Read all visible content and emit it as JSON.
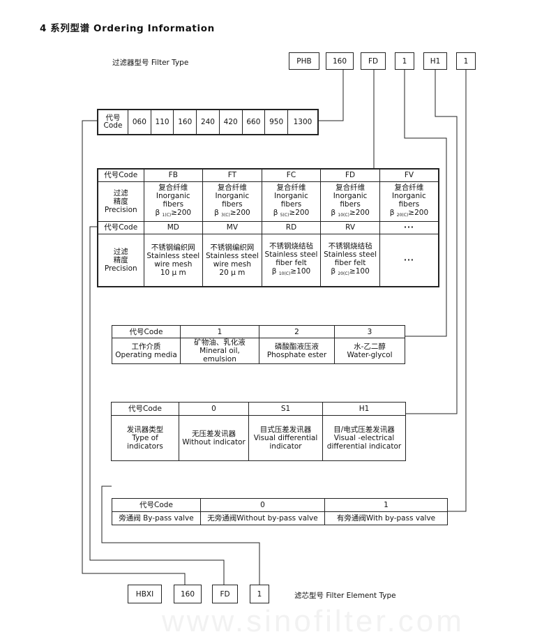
{
  "title": "4 系列型谱 Ordering Information",
  "filter_type": {
    "label": "过滤器型号 Filter Type",
    "boxes": [
      "PHB",
      "160",
      "FD",
      "1",
      "H1",
      "1"
    ]
  },
  "size_table": {
    "header": [
      "代号",
      "Code"
    ],
    "codes": [
      "060",
      "110",
      "160",
      "240",
      "420",
      "660",
      "950",
      "1300"
    ]
  },
  "media_table": {
    "row1": {
      "code_label": "代号Code",
      "codes": [
        "FB",
        "FT",
        "FC",
        "FD",
        "FV"
      ],
      "precision_label": [
        "过滤",
        "精度",
        "Precision"
      ],
      "cells": [
        {
          "cn": "复合纤维",
          "en": "Inorganic fibers",
          "beta": "β",
          "sub": "1(C)",
          "val": "≥200"
        },
        {
          "cn": "复合纤维",
          "en": "Inorganic fibers",
          "beta": "β",
          "sub": "3(C)",
          "val": "≥200"
        },
        {
          "cn": "复合纤维",
          "en": "Inorganic fibers",
          "beta": "β",
          "sub": "5(C)",
          "val": "≥200"
        },
        {
          "cn": "复合纤维",
          "en": "Inorganic fibers",
          "beta": "β",
          "sub": "10(C)",
          "val": "≥200"
        },
        {
          "cn": "复合纤维",
          "en": "Inorganic fibers",
          "beta": "β",
          "sub": "20(C)",
          "val": "≥200"
        }
      ]
    },
    "row2": {
      "code_label": "代号Code",
      "codes": [
        "MD",
        "MV",
        "RD",
        "RV",
        "···"
      ],
      "precision_label": [
        "过滤",
        "精度",
        "Precision"
      ],
      "cells": [
        {
          "l1": "不锈钢编织网",
          "l2": "Stainless steel",
          "l3": "wire mesh",
          "l4": "10 μ m"
        },
        {
          "l1": "不锈钢编织网",
          "l2": "Stainless steel",
          "l3": "wire mesh",
          "l4": "20 μ m"
        },
        {
          "l1": "不锈钢烧结毡",
          "l2": "Stainless steel",
          "l3": "fiber felt",
          "beta": "β",
          "sub": "10(C)",
          "val": "≥100"
        },
        {
          "l1": "不锈钢烧结毡",
          "l2": "Stainless steel",
          "l3": "fiber felt",
          "beta": "β",
          "sub": "20(C)",
          "val": "≥100"
        },
        {
          "dots": "···"
        }
      ]
    }
  },
  "operating_table": {
    "head": [
      "代号Code",
      "1",
      "2",
      "3"
    ],
    "row_label": [
      "工作介质",
      "Operating media"
    ],
    "values": [
      {
        "cn": "矿物油、乳化液",
        "en": "Mineral oil, emulsion"
      },
      {
        "cn": "磷酸酯液压液",
        "en": "Phosphate ester"
      },
      {
        "cn": "水-乙二醇",
        "en": "Water-glycol"
      }
    ]
  },
  "indicator_table": {
    "head": [
      "代号Code",
      "0",
      "S1",
      "H1"
    ],
    "row_label": [
      "发讯器类型",
      "Type of",
      "indicators"
    ],
    "values": [
      [
        "无压差发讯器",
        "Without indicator"
      ],
      [
        "目式压差发讯器",
        "Visual differential",
        "indicator"
      ],
      [
        "目/电式压差发讯器",
        "Visual -electrical",
        "differential indicator"
      ]
    ]
  },
  "bypass_table": {
    "head": [
      "代号Code",
      "0",
      "1"
    ],
    "values": [
      "旁通阀 By-pass valve",
      "无旁通阀Without by-pass valve",
      "有旁通阀With by-pass valve"
    ]
  },
  "element_type": {
    "boxes": [
      "HBXI",
      "160",
      "FD",
      "1"
    ],
    "label": "滤芯型号 Filter Element Type"
  },
  "watermark": "www.sinofilter.com"
}
